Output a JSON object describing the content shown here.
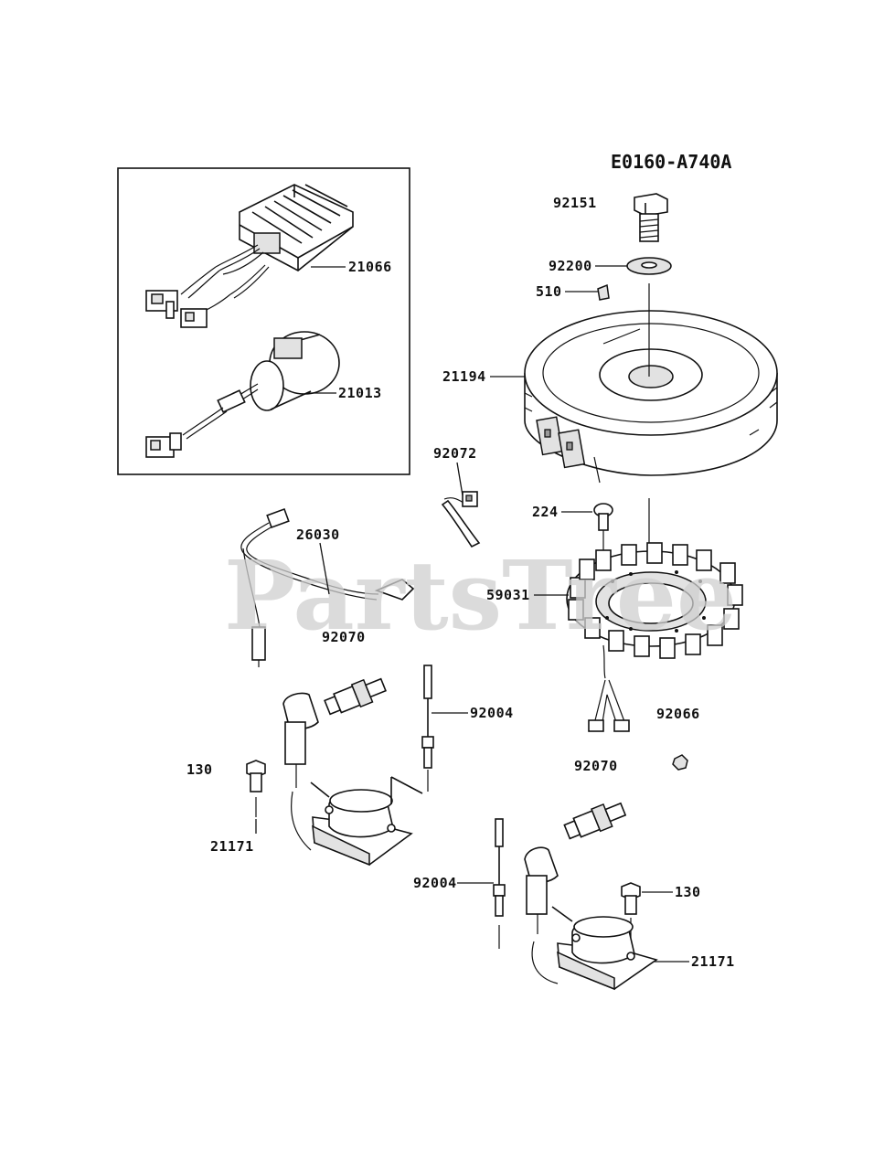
{
  "diagram_code": "E0160-A740A",
  "watermark": "PartsTree",
  "parts": [
    {
      "id": "p-92151",
      "number": "92151"
    },
    {
      "id": "p-92200",
      "number": "92200"
    },
    {
      "id": "p-510",
      "number": "510"
    },
    {
      "id": "p-21066",
      "number": "21066"
    },
    {
      "id": "p-21013",
      "number": "21013"
    },
    {
      "id": "p-21194",
      "number": "21194"
    },
    {
      "id": "p-92072",
      "number": "92072"
    },
    {
      "id": "p-224",
      "number": "224"
    },
    {
      "id": "p-26030",
      "number": "26030"
    },
    {
      "id": "p-59031",
      "number": "59031"
    },
    {
      "id": "p-92070a",
      "number": "92070"
    },
    {
      "id": "p-92004a",
      "number": "92004"
    },
    {
      "id": "p-92066",
      "number": "92066"
    },
    {
      "id": "p-130a",
      "number": "130"
    },
    {
      "id": "p-92070b",
      "number": "92070"
    },
    {
      "id": "p-21171a",
      "number": "21171"
    },
    {
      "id": "p-92004b",
      "number": "92004"
    },
    {
      "id": "p-130b",
      "number": "130"
    },
    {
      "id": "p-21171b",
      "number": "21171"
    }
  ]
}
